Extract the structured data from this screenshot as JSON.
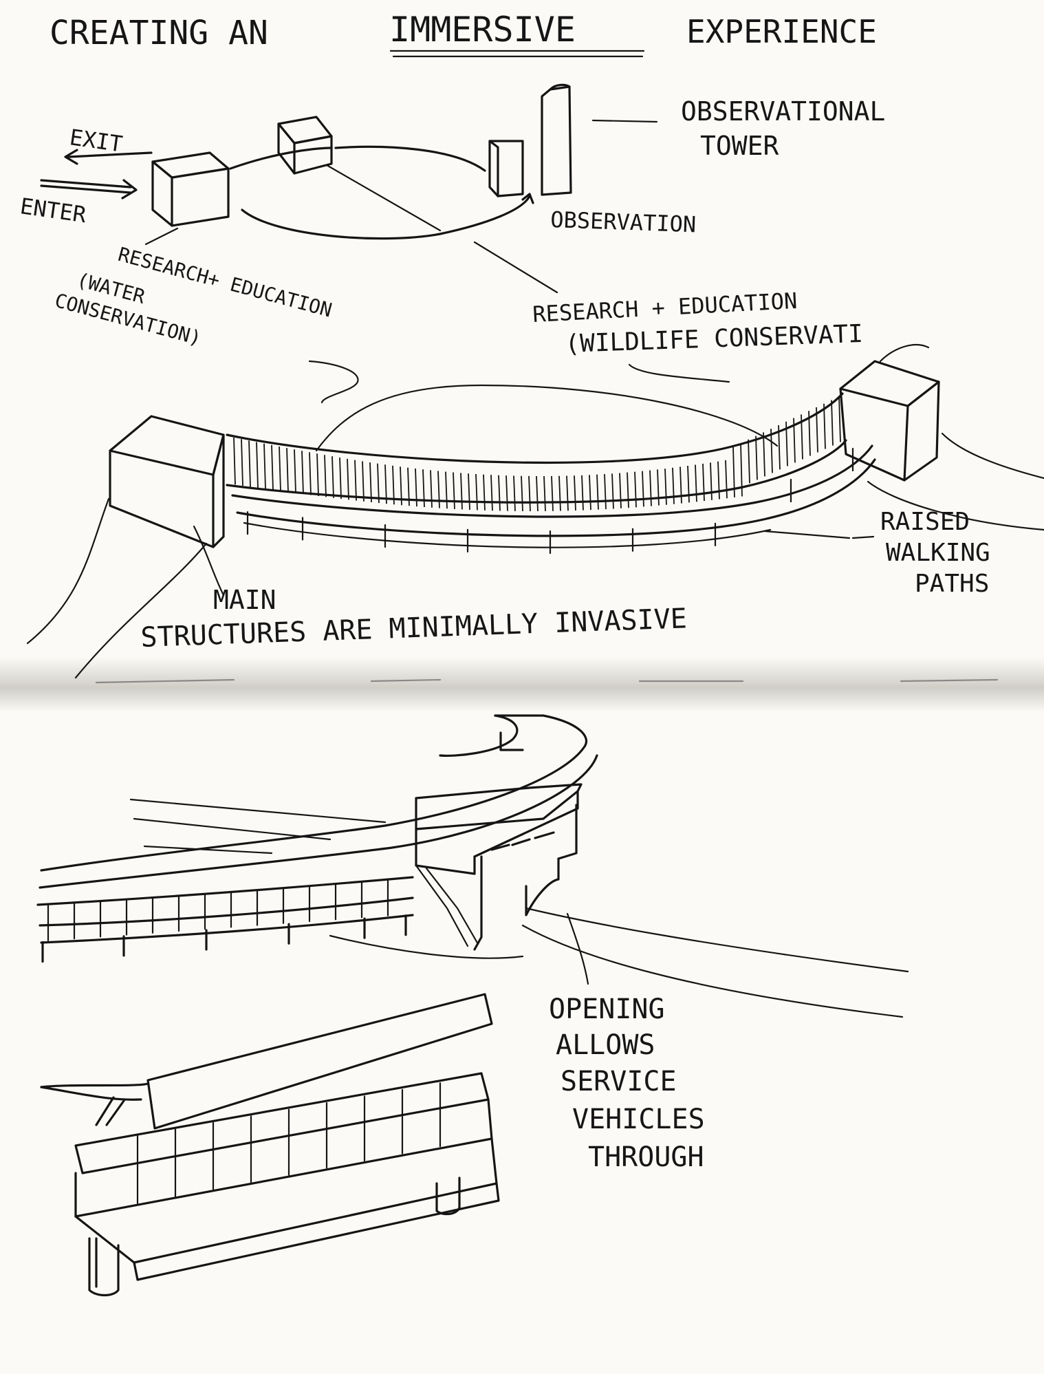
{
  "title": {
    "before": "CREATING AN",
    "emphasis": "IMMERSIVE",
    "after": "EXPERIENCE"
  },
  "plan_labels": {
    "exit": "EXIT",
    "enter": "ENTER",
    "tower_line1": "OBSERVATIONAL",
    "tower_line2": "TOWER",
    "observation": "OBSERVATION",
    "water_line1": "RESEARCH+ EDUCATION",
    "water_line2": "(WATER",
    "water_line3": "CONSERVATION)",
    "wildlife_line1": "RESEARCH + EDUCATION",
    "wildlife_line2": "(WILDLIFE CONSERVATI"
  },
  "perspective_labels": {
    "raised_line1": "RAISED",
    "raised_line2": "WALKING",
    "raised_line3": "PATHS",
    "main": "MAIN",
    "structures": "STRUCTURES ARE MINIMALLY INVASIVE"
  },
  "lower_labels": {
    "opening_line1": "OPENING",
    "opening_line2": "ALLOWS",
    "opening_line3": "SERVICE",
    "opening_line4": "VEHICLES",
    "opening_line5": "THROUGH"
  },
  "colors": {
    "paper": "#fbfaf6",
    "ink": "#151515",
    "fold_shadow": "#d9d7d0"
  }
}
